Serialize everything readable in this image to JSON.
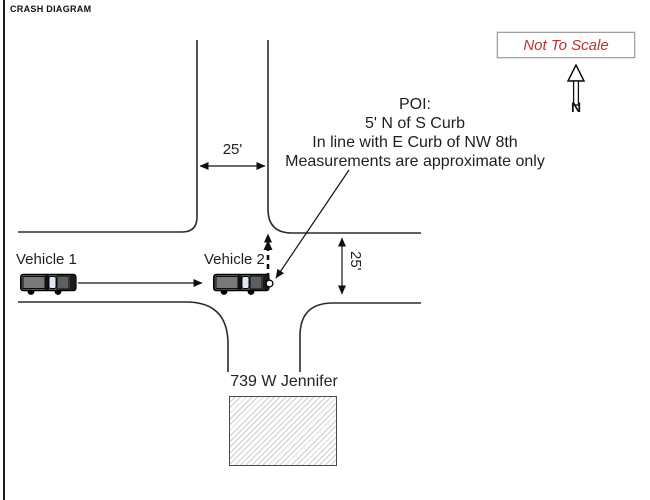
{
  "page": {
    "title": "CRASH DIAGRAM"
  },
  "scale_notice": {
    "label": "Not To Scale"
  },
  "compass": {
    "label": "N",
    "icon": "north-arrow-icon"
  },
  "poi_note": {
    "lines": [
      "POI:",
      "5' N of S Curb",
      "In line with E Curb of NW 8th",
      "Measurements are approximate only"
    ]
  },
  "measurements": {
    "north_road_width": "25'",
    "east_road_width": "25'"
  },
  "vehicles": [
    {
      "label": "Vehicle 1",
      "icon": "car-side-view-icon"
    },
    {
      "label": "Vehicle 2",
      "icon": "car-side-view-icon"
    }
  ],
  "building": {
    "address": "739 W Jennifer"
  },
  "icons": {
    "compass": "north-arrow-icon",
    "poi_marker": "circle-marker-icon",
    "vehicle_travel": "arrow-right-icon",
    "vehicle2_path": "dashed-arrow-up-icon"
  },
  "colors": {
    "accent_red": "#c13030",
    "line": "#2b2b2b",
    "hatch": "#cdcdcd"
  }
}
